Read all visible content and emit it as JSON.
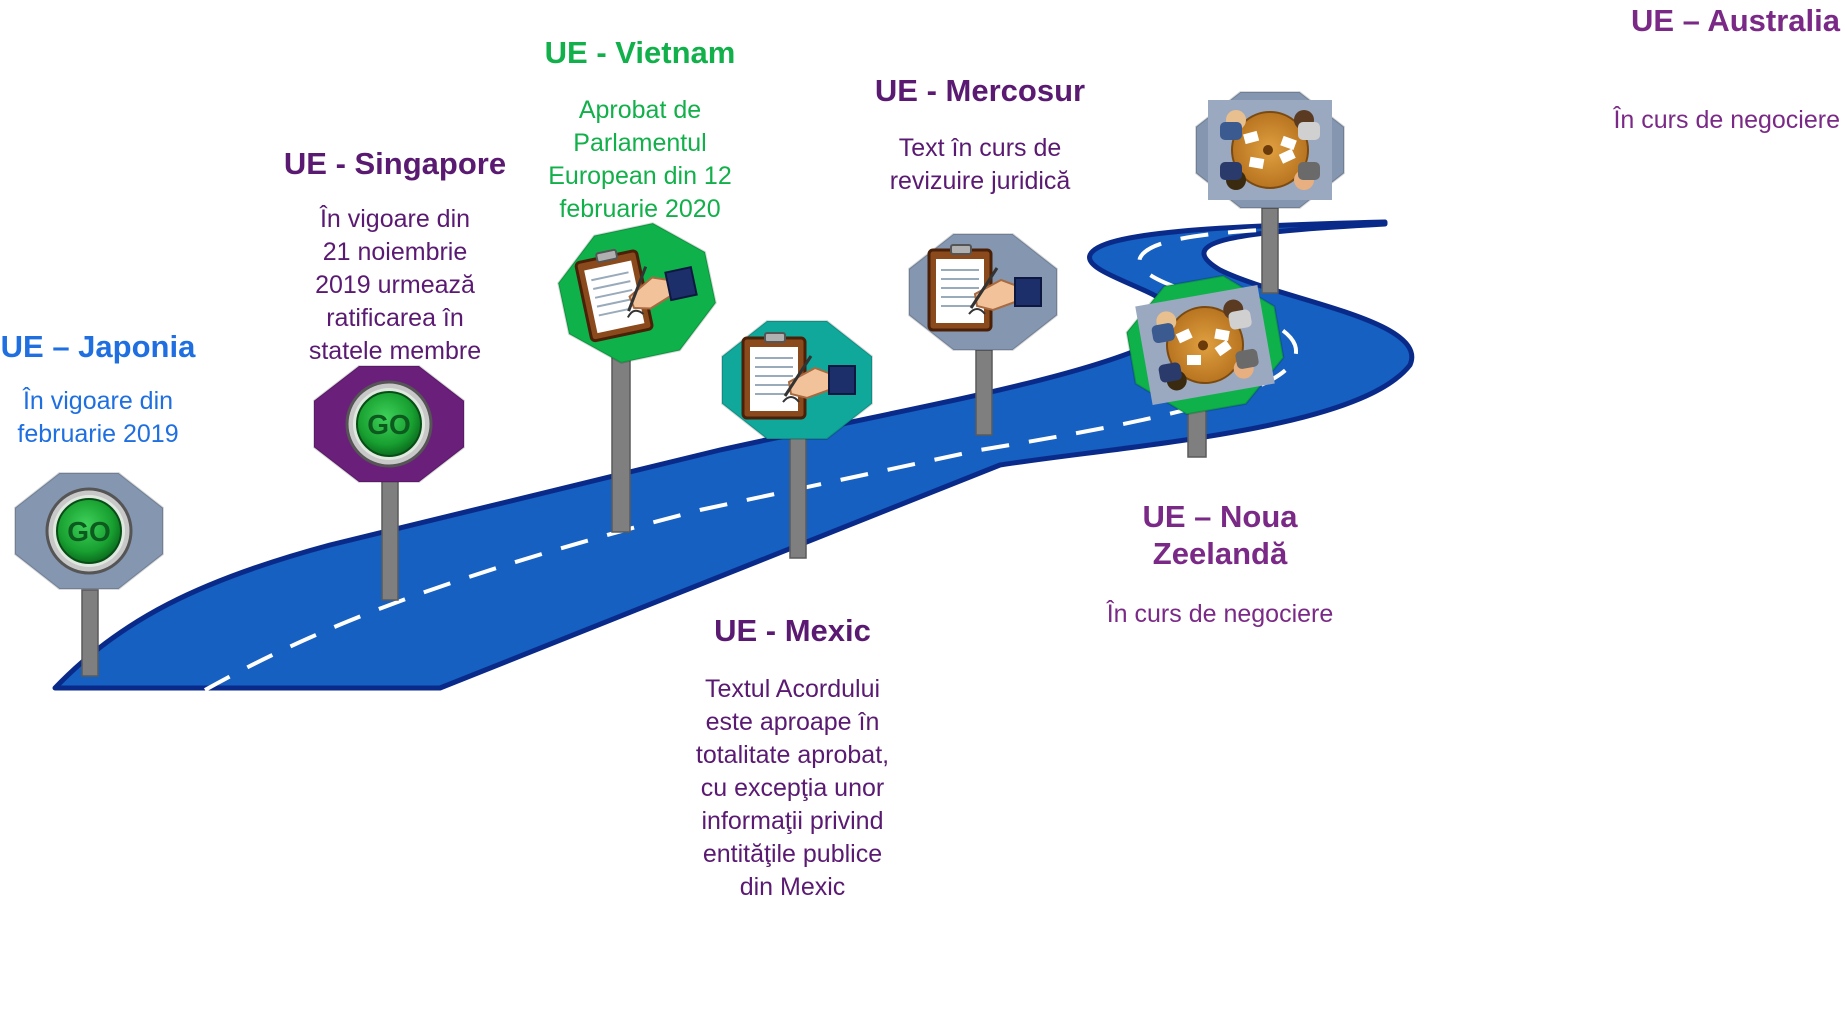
{
  "colors": {
    "road_fill": "#1560c0",
    "road_edge": "#0a2a8a",
    "road_dash": "#ffffff",
    "pole": "#7f7f7f",
    "sign_gray": "#8496b0",
    "sign_purple": "#6a1f7a",
    "sign_green": "#0fb14a",
    "sign_teal": "#10a89a",
    "title_blue": "#1f6fe0",
    "title_purple": "#5a1a72",
    "title_green": "#12b04a",
    "desc_purple": "#7a2a86"
  },
  "milestones": [
    {
      "key": "japonia",
      "title": "UE – Japonia",
      "desc": [
        "În vigoare din",
        "februarie 2019"
      ],
      "icon": "go-button-icon",
      "sign_color": "#8496b0",
      "title_color": "#1f6fe0",
      "desc_color": "#1f6fe0"
    },
    {
      "key": "singapore",
      "title": "UE - Singapore",
      "desc": [
        "În vigoare din",
        "21 noiembrie",
        "2019 urmează",
        "ratificarea în",
        "statele membre"
      ],
      "icon": "go-button-icon",
      "sign_color": "#6a1f7a",
      "title_color": "#5a1a72",
      "desc_color": "#5a1a72"
    },
    {
      "key": "vietnam",
      "title": "UE - Vietnam",
      "desc": [
        "Aprobat de",
        "Parlamentul",
        "European din 12",
        "februarie 2020"
      ],
      "icon": "clipboard-signing-icon",
      "sign_color": "#0fb14a",
      "title_color": "#12b04a",
      "desc_color": "#12b04a"
    },
    {
      "key": "mexic",
      "title": "UE - Mexic",
      "desc": [
        "Textul Acordului",
        "este aproape în",
        "totalitate aprobat,",
        "cu excepţia unor",
        "informaţii privind",
        "entităţile publice",
        "din Mexic"
      ],
      "icon": "clipboard-signing-icon",
      "sign_color": "#10a89a",
      "title_color": "#5a1a72",
      "desc_color": "#5a1a72"
    },
    {
      "key": "mercosur",
      "title": "UE - Mercosur",
      "desc": [
        "Text în curs de",
        "revizuire juridică"
      ],
      "icon": "clipboard-signing-icon",
      "sign_color": "#8496b0",
      "title_color": "#5a1a72",
      "desc_color": "#5a1a72"
    },
    {
      "key": "noua_zeelanda",
      "title": [
        "UE – Noua",
        "Zeelandă"
      ],
      "desc": [
        "În curs de negociere"
      ],
      "icon": "negotiation-table-icon",
      "sign_color": "#0fb14a",
      "title_color": "#7a2a86",
      "desc_color": "#7a2a86"
    },
    {
      "key": "australia",
      "title": "UE – Australia",
      "desc": [
        "În curs de negociere"
      ],
      "icon": "negotiation-table-icon",
      "sign_color": "#8496b0",
      "title_color": "#7a2a86",
      "desc_color": "#7a2a86"
    }
  ],
  "icon_labels": {
    "go": "GO"
  }
}
